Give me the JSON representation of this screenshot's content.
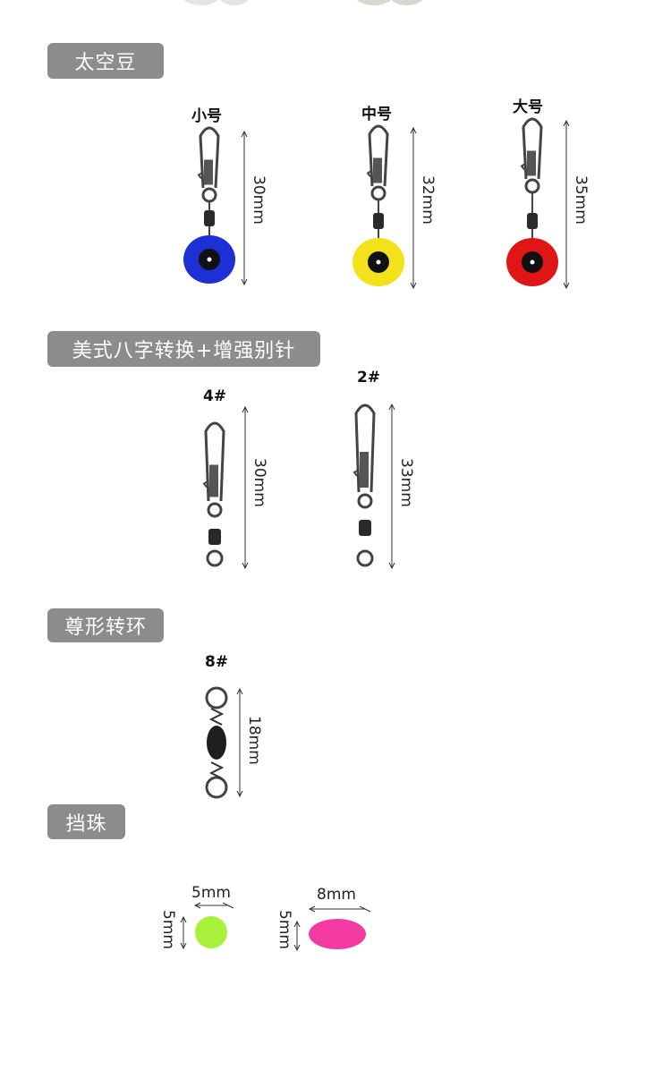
{
  "sections": [
    {
      "title": "太空豆",
      "items": [
        {
          "size": "小号",
          "length": "30mm",
          "color": "#1f2fd6"
        },
        {
          "size": "中号",
          "length": "32mm",
          "color": "#f2e21c"
        },
        {
          "size": "大号",
          "length": "35mm",
          "color": "#e01515"
        }
      ]
    },
    {
      "title": "美式八字转换+增强别针",
      "items": [
        {
          "size": "4#",
          "length": "30mm"
        },
        {
          "size": "2#",
          "length": "33mm"
        }
      ]
    },
    {
      "title": "尊形转环",
      "items": [
        {
          "size": "8#",
          "length": "18mm"
        }
      ]
    },
    {
      "title": "挡珠",
      "items": [
        {
          "width": "5mm",
          "height": "5mm",
          "color": "#a8f03a"
        },
        {
          "width": "8mm",
          "height": "5mm",
          "color": "#f23aa0"
        }
      ]
    }
  ]
}
